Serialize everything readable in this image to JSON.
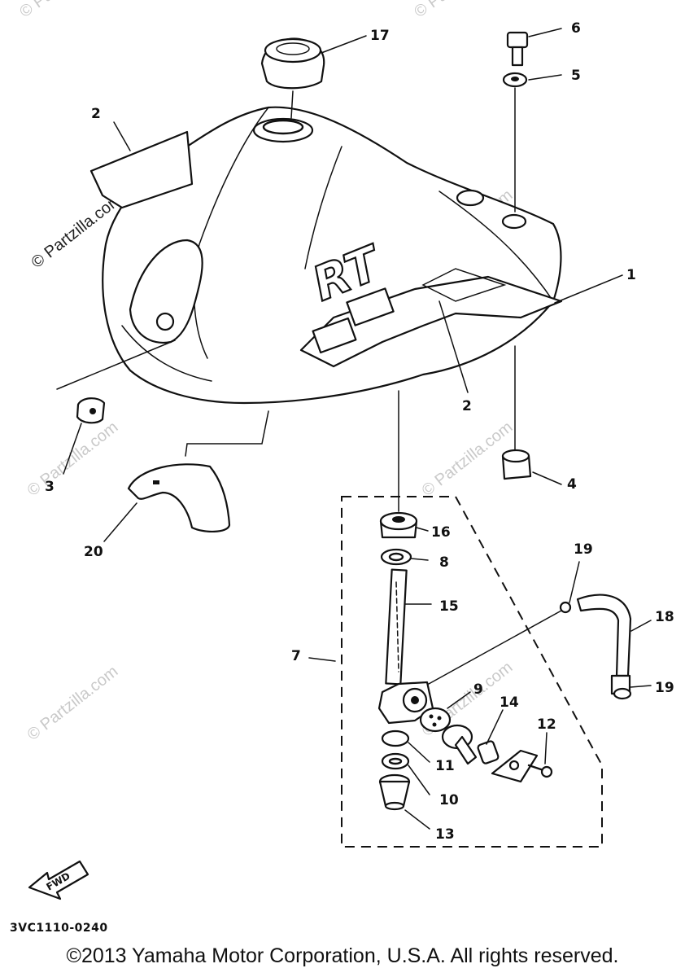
{
  "watermarks": {
    "text": "© Partzilla.com",
    "short": "© Parts"
  },
  "callouts": {
    "c1": "1",
    "c2a": "2",
    "c2b": "2",
    "c3": "3",
    "c4": "4",
    "c5": "5",
    "c6": "6",
    "c7": "7",
    "c8": "8",
    "c9": "9",
    "c10": "10",
    "c11": "11",
    "c12": "12",
    "c13": "13",
    "c14": "14",
    "c15": "15",
    "c16": "16",
    "c17": "17",
    "c18": "18",
    "c19a": "19",
    "c19b": "19",
    "c20": "20"
  },
  "tank_emblem": "RT",
  "fwd_arrow": "FWD",
  "diagram_code": "3VC1110-0240",
  "copyright": "©2013 Yamaha Motor Corporation, U.S.A. All rights reserved."
}
